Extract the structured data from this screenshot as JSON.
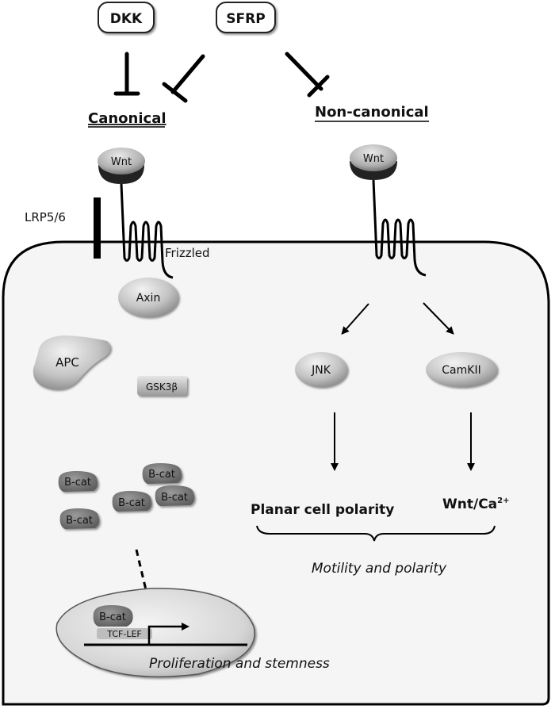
{
  "inhibitors": {
    "dkk": "DKK",
    "sfrp": "SFRP"
  },
  "pathways": {
    "canonical": {
      "title": "Canonical",
      "ligand": "Wnt",
      "coreceptor": "LRP5/6",
      "receptor": "Frizzled",
      "components": {
        "axin": "Axin",
        "apc": "APC",
        "gsk3b": "GSK3β",
        "bcat": [
          "B-cat",
          "B-cat",
          "B-cat",
          "B-cat",
          "B-cat"
        ]
      },
      "nucleus": {
        "bcat": "B-cat",
        "tcf": "TCF-LEF"
      },
      "outcome": "Proliferation and stemness"
    },
    "noncanonical": {
      "title": "Non-canonical",
      "ligand": "Wnt",
      "branches": {
        "jnk": "JNK",
        "camkii": "CamKII"
      },
      "outputs": {
        "pcp": "Planar cell polarity",
        "wntca_base": "Wnt/Ca",
        "wntca_sup": "2+"
      },
      "outcome": "Motility and polarity"
    }
  }
}
